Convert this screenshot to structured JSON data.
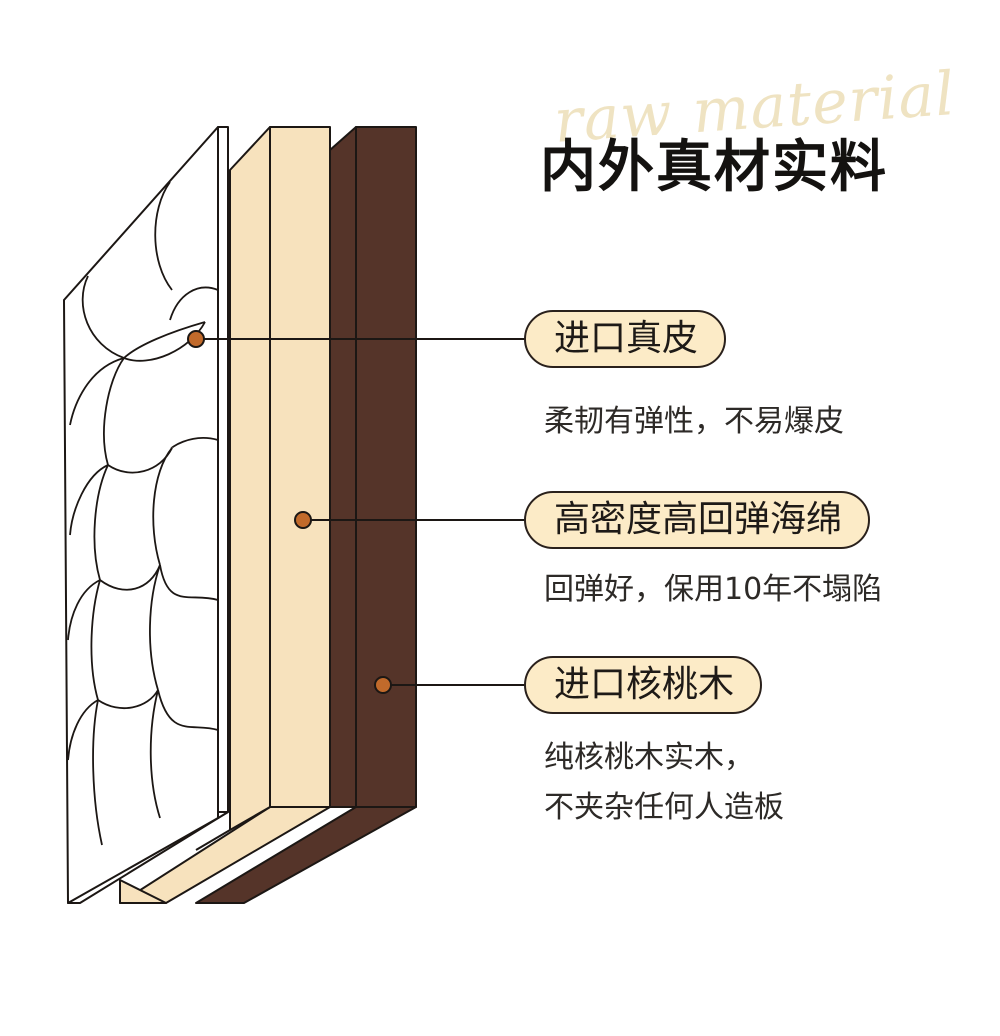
{
  "header": {
    "watermark": "raw material",
    "title": "内外真材实料"
  },
  "layers": [
    {
      "label": "进口真皮",
      "desc_lines": [
        "柔韧有弹性，不易爆皮"
      ]
    },
    {
      "label": "高密度高回弹海绵",
      "desc_lines": [
        "回弹好，保用10年不塌陷"
      ]
    },
    {
      "label": "进口核桃木",
      "desc_lines": [
        "纯核桃木实木，",
        "不夹杂任何人造板"
      ]
    }
  ],
  "colors": {
    "walnut": "#553429",
    "sponge": "#f7e2bd",
    "leather": "#ffffff",
    "marker": "#c16a2b",
    "pill_fill": "#fcebc7",
    "outline": "#1c1714"
  }
}
